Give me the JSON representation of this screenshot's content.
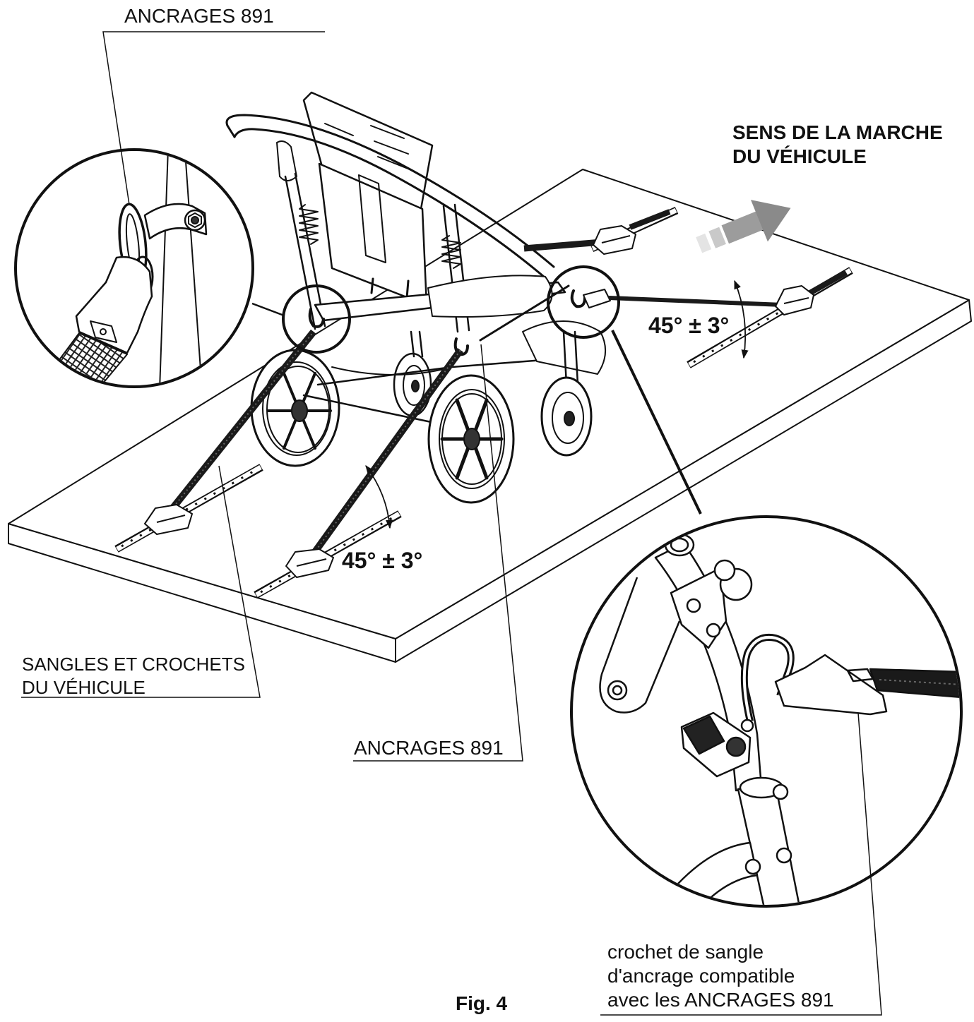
{
  "labels": {
    "anchors_top": "ANCRAGES 891",
    "direction": {
      "line1": "SENS DE LA MARCHE",
      "line2": "DU VÉHICULE"
    },
    "angle_rear": "45° ± 3°",
    "angle_front": "45° ± 3°",
    "straps": {
      "line1": "SANGLES ET CROCHETS",
      "line2": "DU VÉHICULE"
    },
    "anchors_bottom": "ANCRAGES 891",
    "hook": {
      "line1": "crochet de sangle",
      "line2": "d'ancrage compatible",
      "line3": "avec les ANCRAGES 891"
    },
    "figure": "Fig. 4"
  },
  "icons": {
    "direction_arrow": "arrow-up-right-icon"
  },
  "colors": {
    "line": "#111111",
    "strap": "#1a1a1a",
    "arrow": "#8a8a8a"
  }
}
